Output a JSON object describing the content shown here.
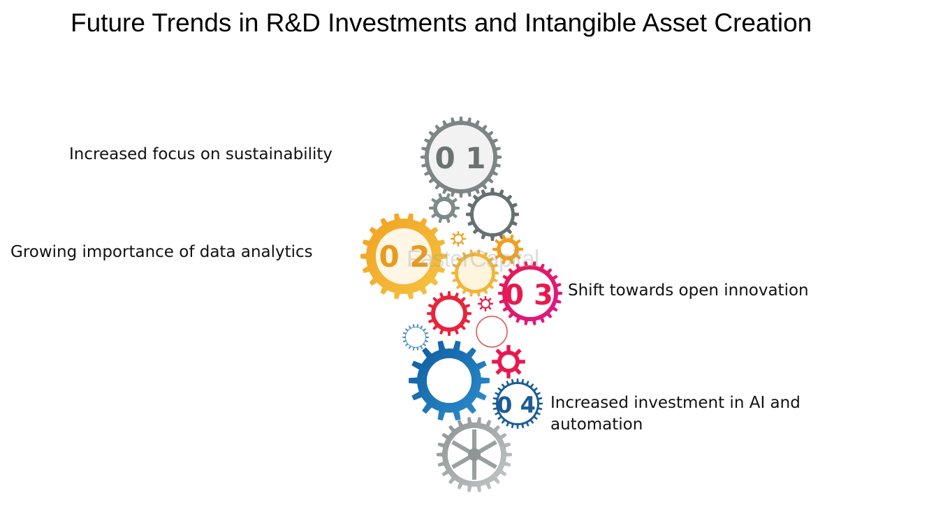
{
  "title": "Future Trends in R&D Investments and Intangible Asset Creation",
  "items": [
    {
      "number": "0 1",
      "label": "Increased focus on sustainability",
      "color": "#6b7272"
    },
    {
      "number": "0 2",
      "label": "Growing importance of data analytics",
      "color": "#e99a1d"
    },
    {
      "number": "0 3",
      "label": "Shift towards open innovation",
      "color": "#e8194f"
    },
    {
      "number": "0 4",
      "label": "Increased investment in AI and automation",
      "color": "#1a5c96"
    }
  ],
  "watermark": "FasterCapital",
  "icons": [
    "gear-icon"
  ]
}
